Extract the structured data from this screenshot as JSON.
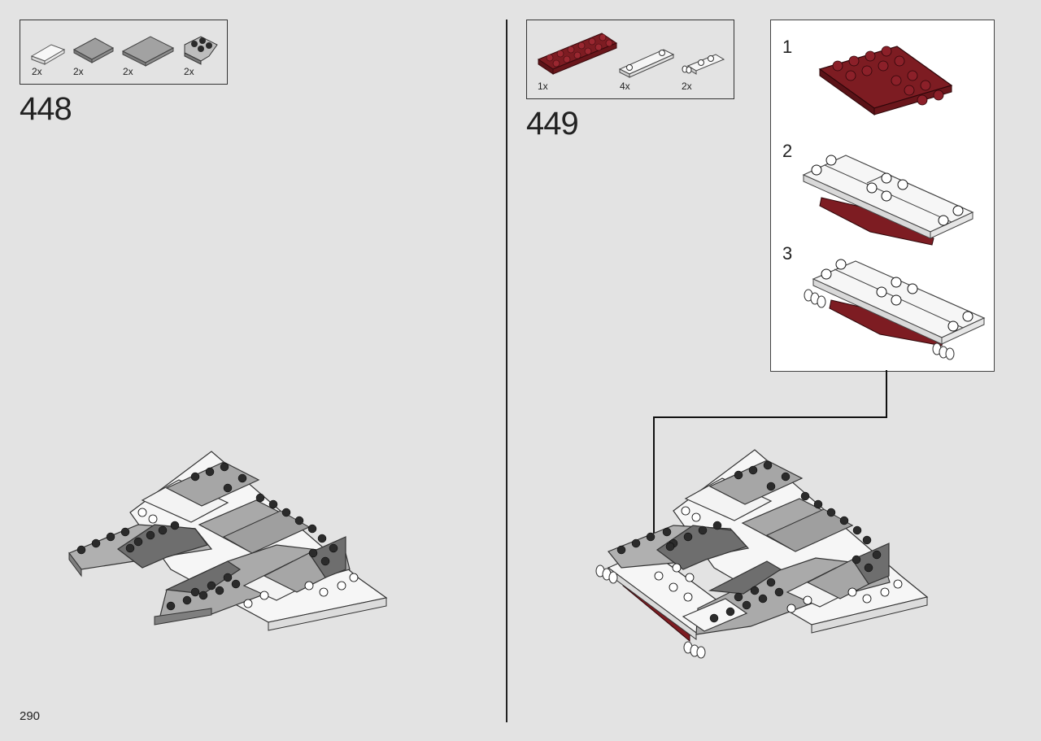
{
  "page": {
    "number": "290"
  },
  "step448": {
    "number": "448",
    "parts": [
      {
        "qty": "2x",
        "name": "white-tile-1x2"
      },
      {
        "qty": "2x",
        "name": "grey-tile-2x2"
      },
      {
        "qty": "2x",
        "name": "grey-tile-2x3"
      },
      {
        "qty": "2x",
        "name": "dark-grey-wedge-plate"
      }
    ]
  },
  "step449": {
    "number": "449",
    "parts": [
      {
        "qty": "1x",
        "name": "dark-red-plate-2x6"
      },
      {
        "qty": "4x",
        "name": "white-plate-1x4"
      },
      {
        "qty": "2x",
        "name": "white-plate-with-clip"
      }
    ],
    "substeps": [
      {
        "label": "1"
      },
      {
        "label": "2"
      },
      {
        "label": "3"
      }
    ]
  },
  "colors": {
    "background": "#e3e3e3",
    "dark_red": "#7d1c22",
    "light_grey": "#a9a9a9",
    "dark_grey": "#6b6b6b",
    "white": "#f6f6f6",
    "stud_dark": "#2a2a2a"
  }
}
